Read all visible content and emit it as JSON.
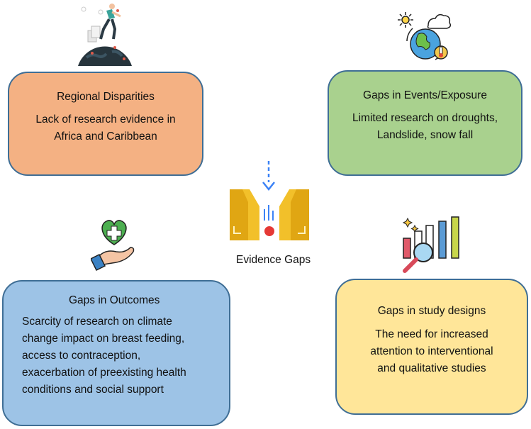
{
  "center": {
    "label": "Evidence Gaps"
  },
  "boxes": {
    "regional": {
      "title": "Regional Disparities",
      "lines": [
        "Lack of research evidence in",
        "Africa and Caribbean"
      ]
    },
    "events": {
      "title": "Gaps in Events/Exposure",
      "lines": [
        "Limited research on droughts,",
        "Landslide, snow fall"
      ]
    },
    "outcomes": {
      "title": "Gaps in Outcomes",
      "lines": [
        "Scarcity of research on climate",
        "change impact on breast feeding,",
        "access to contraception,",
        "exacerbation of preexisting health",
        "conditions and social support"
      ]
    },
    "designs": {
      "title": "Gaps in study designs",
      "lines": [
        "The need for increased",
        "attention to interventional",
        "and qualitative studies"
      ]
    }
  },
  "icons": {
    "regional": "person-on-globe-icon",
    "events": "climate-globe-icon",
    "outcomes": "heart-in-hand-icon",
    "designs": "chart-magnifier-icon",
    "center": "funnel-icon"
  },
  "colors": {
    "regional": "#f4b183",
    "events": "#a9d18e",
    "outcomes": "#9dc3e6",
    "designs": "#ffe699",
    "border": "#3f6e95"
  }
}
